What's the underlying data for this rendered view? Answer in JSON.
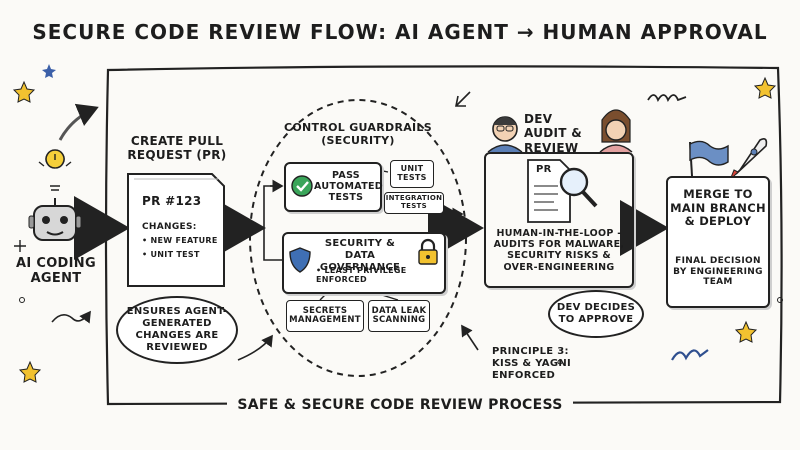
{
  "title": "SECURE CODE REVIEW FLOW: AI AGENT → HUMAN APPROVAL",
  "agent": {
    "label": "AI CODING AGENT"
  },
  "create_pr": {
    "heading": "CREATE PULL REQUEST (PR)",
    "doc_title": "PR #123",
    "changes_label": "CHANGES:",
    "items": [
      "• NEW FEATURE",
      "• UNIT TEST"
    ]
  },
  "ensures_bubble": "ENSURES AGENT-GENERATED CHANGES ARE REVIEWED",
  "guardrails": {
    "heading": "CONTROL GUARDRAILS (SECURITY)",
    "pass_tests": "PASS AUTOMATED TESTS",
    "unit_tests": "UNIT TESTS",
    "integration_tests": "INTEGRATION TESTS",
    "security_title": "SECURITY & DATA GOVERNANCE",
    "least_privilege": "• LEAST PRIVILEGE ENFORCED",
    "secrets": "SECRETS MANAGEMENT",
    "data_leak": "DATA LEAK SCANNING"
  },
  "principle": "PRINCIPLE 3: KISS & YAGNI ENFORCED",
  "audit": {
    "heading": "DEV AUDIT & REVIEW",
    "doc_label": "PR",
    "description": "HUMAN-IN-THE-LOOP - AUDITS FOR MALWARE, SECURITY RISKS & OVER-ENGINEERING"
  },
  "dev_bubble": "DEV DECIDES TO APPROVE",
  "merge": {
    "heading": "MERGE TO MAIN BRANCH & DEPLOY",
    "decision": "FINAL DECISION BY ENGINEERING TEAM"
  },
  "footer": "SAFE & SECURE CODE REVIEW PROCESS",
  "colors": {
    "ink": "#1d1d1d",
    "flag_blue": "#6b8fc4",
    "shield_blue": "#3f6fb4",
    "check_green": "#3aa55a",
    "lock_yellow": "#f2c230",
    "bulb_yellow": "#f5cf3a",
    "star_yellow": "#f2c230",
    "star_blue": "#3b5fa8",
    "rocket_red": "#d8453a"
  }
}
